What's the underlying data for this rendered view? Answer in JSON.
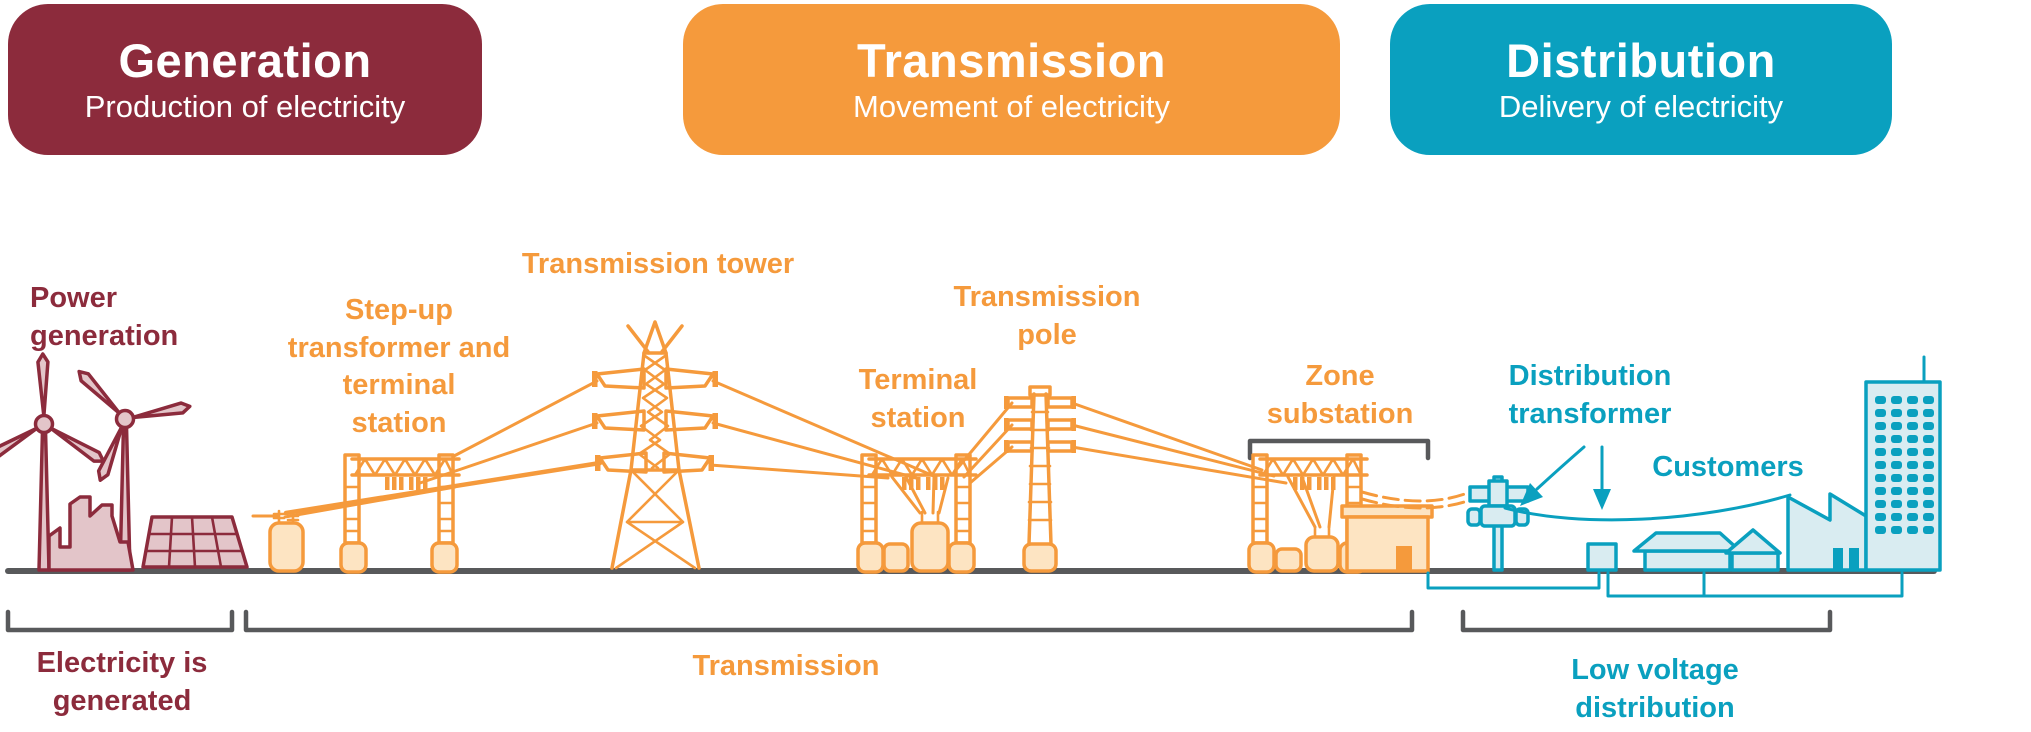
{
  "stages": [
    {
      "title": "Generation",
      "subtitle": "Production of electricity"
    },
    {
      "title": "Transmission",
      "subtitle": "Movement of electricity"
    },
    {
      "title": "Distribution",
      "subtitle": "Delivery of electricity"
    }
  ],
  "labels": {
    "power_generation": "Power\ngeneration",
    "step_up_transformer": "Step-up\ntransformer and\nterminal\nstation",
    "transmission_tower": "Transmission tower",
    "terminal_station": "Terminal\nstation",
    "transmission_pole": "Transmission\npole",
    "zone_substation": "Zone\nsubstation",
    "distribution_transformer": "Distribution\ntransformer",
    "customers": "Customers"
  },
  "section_brackets": {
    "generation": "Electricity is\ngenerated",
    "transmission": "Transmission",
    "distribution": "Low voltage\ndistribution"
  },
  "theme": {
    "maroon": "#8C2B3C",
    "maroon-light": "#E3C5C9",
    "orange": "#F59A3C",
    "orange-light": "#FDE4C2",
    "teal": "#0AA0BF",
    "teal-light": "#D9ECF1",
    "gray": "#58595B",
    "background": "#FFFFFF"
  }
}
